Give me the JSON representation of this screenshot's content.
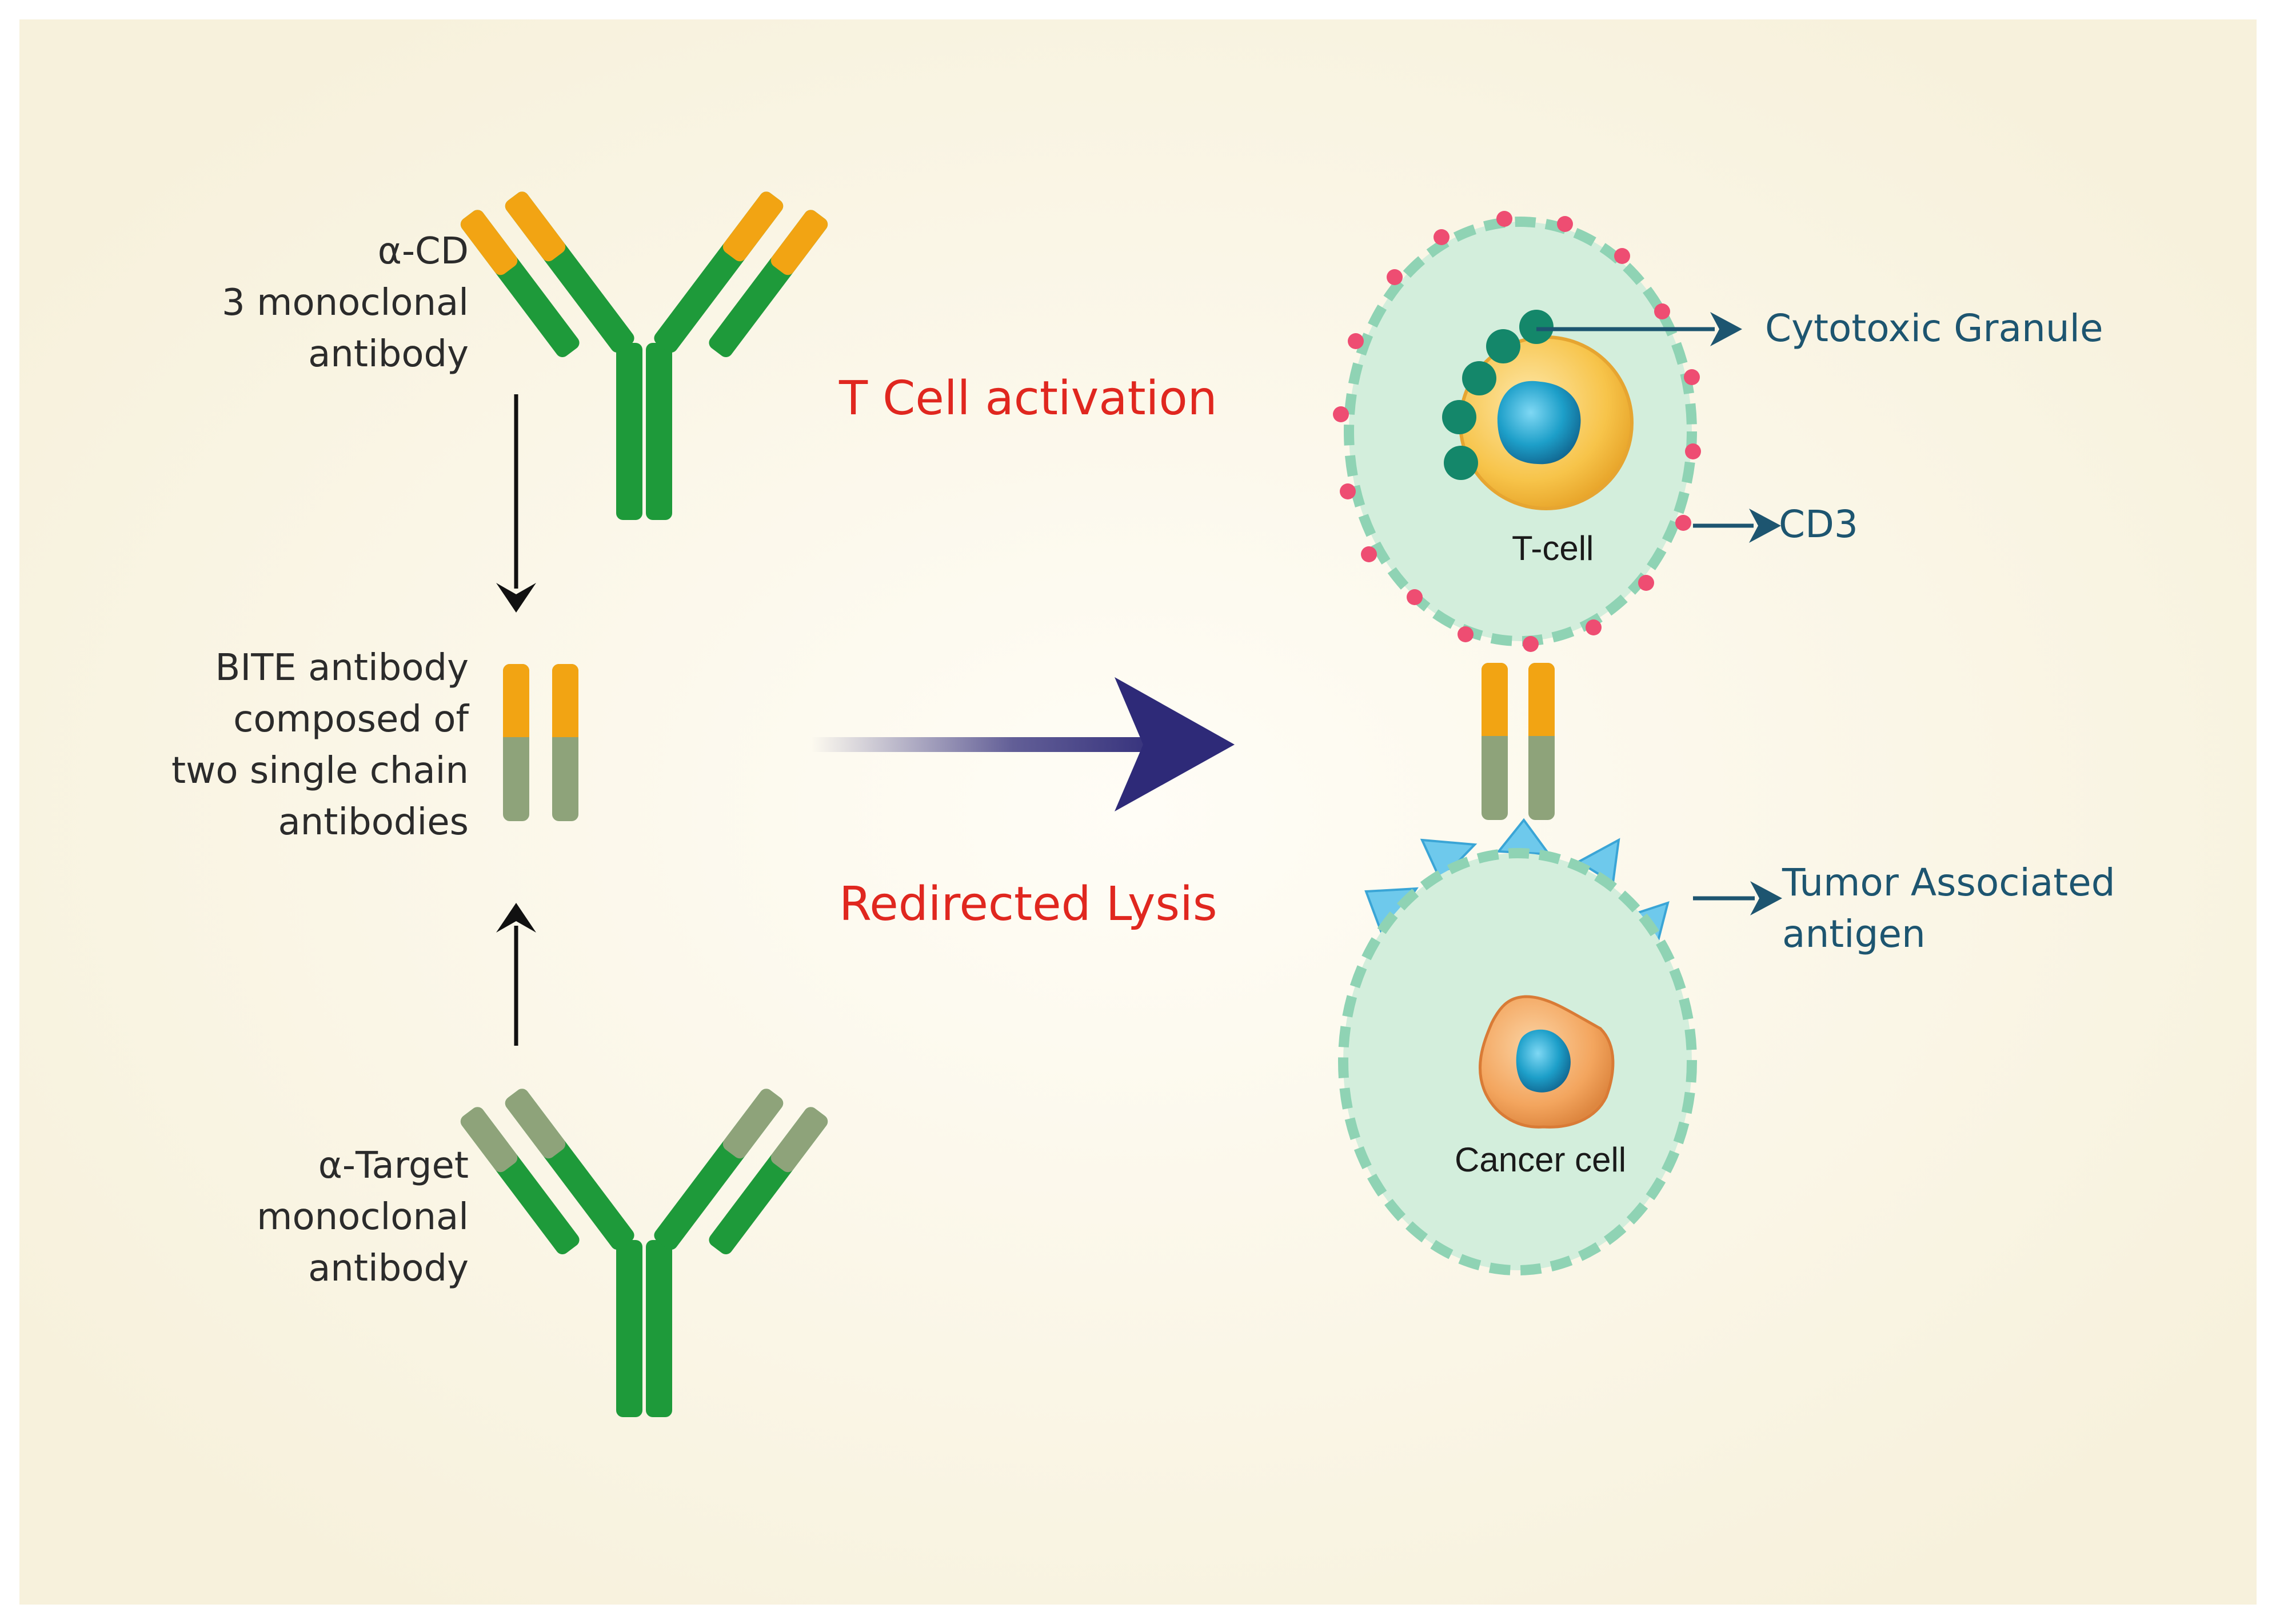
{
  "labels": {
    "anti_cd3": [
      "α-CD",
      "3 monoclonal",
      "antibody"
    ],
    "bite": [
      "BITE antibody",
      "composed of",
      "two single chain",
      "antibodies"
    ],
    "anti_target": [
      "α-Target",
      "monoclonal",
      "antibody"
    ],
    "t_cell_activation": "T Cell activation",
    "redirected_lysis": "Redirected Lysis",
    "cytotoxic_granule": "Cytotoxic Granule",
    "cd3": "CD3",
    "tumor_antigen": [
      "Tumor Associated",
      "antigen"
    ],
    "t_cell": "T-cell",
    "cancer_cell": "Cancer cell"
  },
  "colors": {
    "background": "#fbf8ec",
    "antibody_green": "#1e9a3a",
    "antibody_orange": "#f2a413",
    "antibody_gray_green": "#8ea37a",
    "cell_fill": "#d3eedc",
    "cell_border": "#8fd3b4",
    "cd3_dot": "#ee4d72",
    "granule": "#14876a",
    "nucleus": "#1d9fc9",
    "t_cell_body": "#f7c44a",
    "cancer_body": "#f3a55e",
    "antigen": "#6ec9ec",
    "label_red": "#e0271f",
    "label_blue": "#1d5570",
    "arrow_dark": "#2e2a78"
  }
}
